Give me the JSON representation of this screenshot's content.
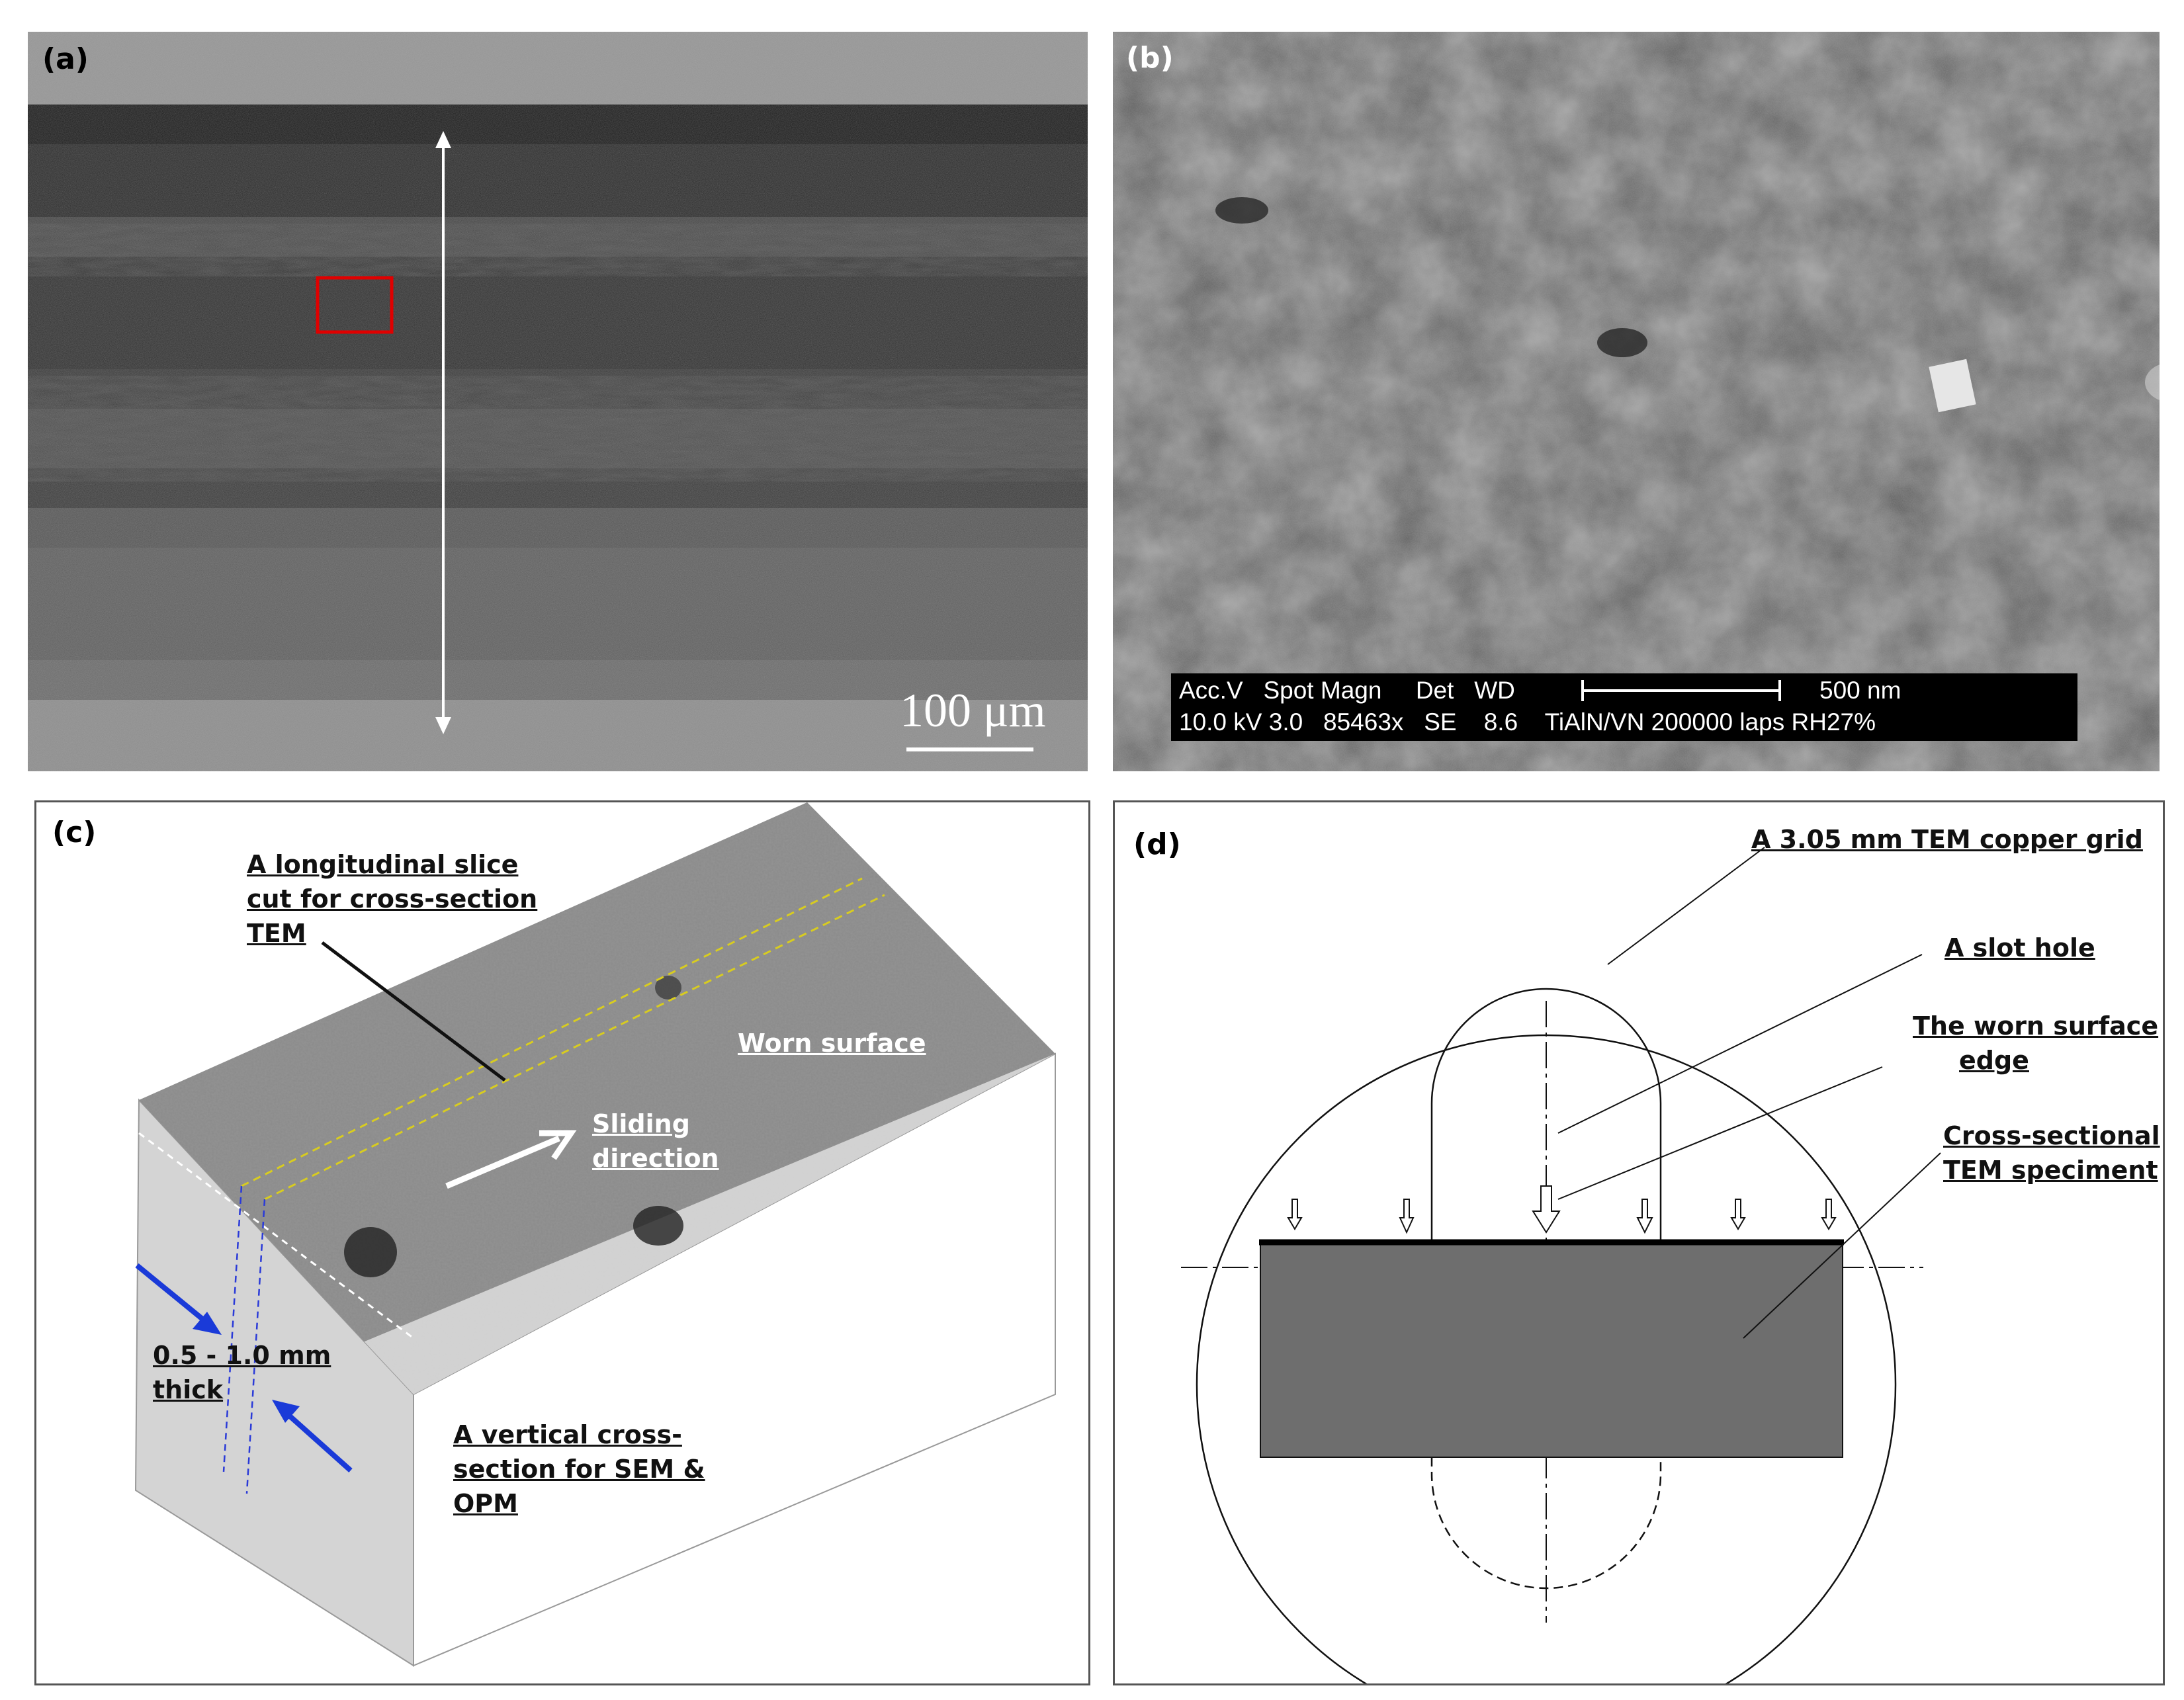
{
  "panel_a": {
    "label": "(a)",
    "scale_bar": "100 μm"
  },
  "panel_b": {
    "label": "(b)",
    "databar": {
      "row1": "Acc.V   Spot Magn     Det   WD",
      "scale": "500 nm",
      "row2": "10.0 kV 3.0   85463x   SE    8.6    TiAlN/VN 200000 laps RH27%"
    }
  },
  "panel_c": {
    "label": "(c)",
    "ann_slice": [
      "A longitudinal slice",
      "cut for cross-section",
      "TEM"
    ],
    "ann_worn": "Worn surface",
    "ann_sliding": [
      "Sliding",
      "direction"
    ],
    "ann_thick": [
      "0.5 - 1.0 mm",
      "thick"
    ],
    "ann_vertical": [
      "A vertical cross-",
      "section for SEM &",
      "OPM"
    ]
  },
  "panel_d": {
    "label": "(d)",
    "ann_grid": "A 3.05 mm TEM copper grid",
    "ann_slot": "A slot hole",
    "ann_edge": [
      "The worn surface",
      "edge"
    ],
    "ann_specimen": [
      "Cross-sectional",
      "TEM speciment"
    ]
  },
  "colors": {
    "highlight_box": "#e00000",
    "slice_lines": "#d8cc20",
    "thickness_arrows": "#1a3ad8",
    "specimen_fill": "#6e6e6e"
  }
}
